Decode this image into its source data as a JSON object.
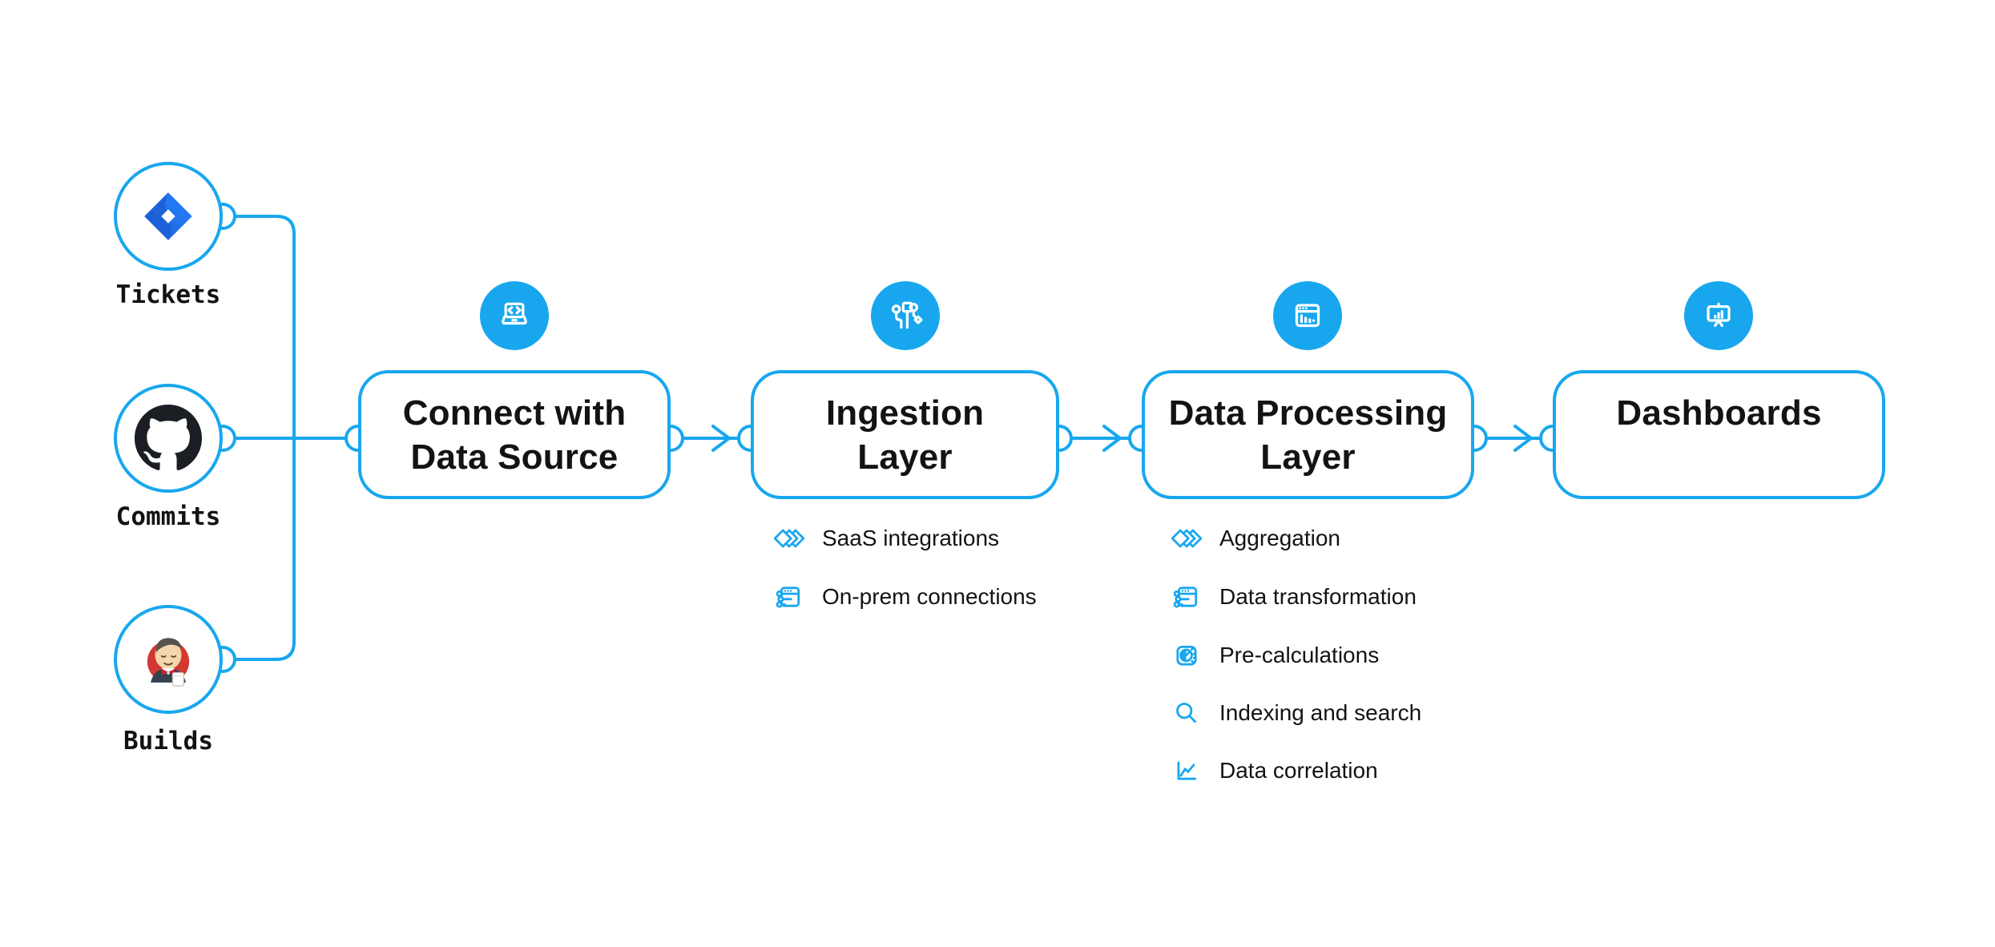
{
  "colors": {
    "accent": "#18A7EE",
    "text": "#131313",
    "background": "#FFFFFF",
    "jira_blue": "#2684FF",
    "jira_dark": "#1D5FD6",
    "github_black": "#1B1F23",
    "jenkins_red": "#D33833"
  },
  "sources": [
    {
      "label": "Tickets",
      "icon": "jira-icon"
    },
    {
      "label": "Commits",
      "icon": "github-icon"
    },
    {
      "label": "Builds",
      "icon": "jenkins-icon"
    }
  ],
  "stages": [
    {
      "title": "Connect with\nData Source",
      "icon": "laptop-code-icon",
      "features": []
    },
    {
      "title": "Ingestion\nLayer",
      "icon": "ingestion-circuit-icon",
      "features": [
        {
          "icon": "layers-diamonds-icon",
          "label": "SaaS integrations"
        },
        {
          "icon": "window-sliders-icon",
          "label": "On-prem connections"
        }
      ]
    },
    {
      "title": "Data Processing\nLayer",
      "icon": "window-chart-icon",
      "features": [
        {
          "icon": "layers-diamonds-icon",
          "label": "Aggregation"
        },
        {
          "icon": "window-sliders-icon",
          "label": "Data transformation"
        },
        {
          "icon": "gauge-icon",
          "label": "Pre-calculations"
        },
        {
          "icon": "search-icon",
          "label": "Indexing and search"
        },
        {
          "icon": "chart-line-icon",
          "label": "Data correlation"
        }
      ]
    },
    {
      "title": "Dashboards",
      "icon": "presentation-chart-icon",
      "features": []
    }
  ]
}
